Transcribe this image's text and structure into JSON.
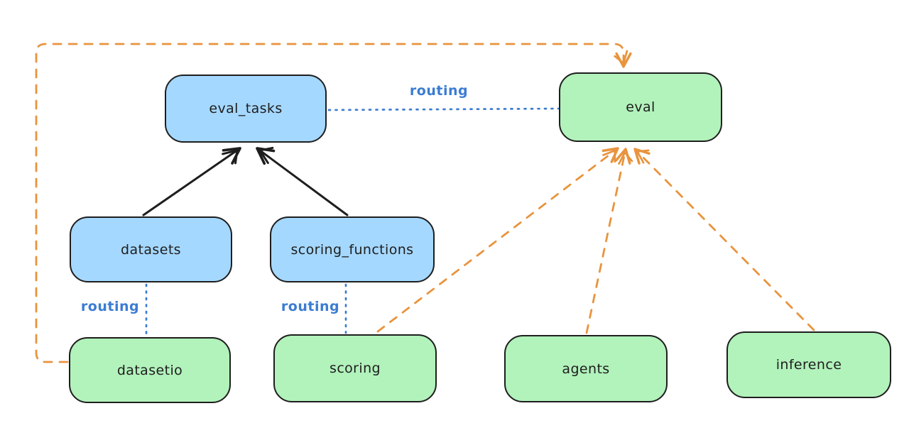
{
  "diagram": {
    "colors": {
      "background": "#ffffff",
      "node_blue_fill": "#a5d8ff",
      "node_green_fill": "#b2f2bb",
      "node_stroke": "#1e1e1e",
      "routing_blue": "#3b7cd3",
      "edge_orange": "#e8943e",
      "edge_black": "#1e1e1e"
    },
    "nodes": [
      {
        "id": "eval_tasks",
        "label": "eval_tasks",
        "fill": "blue"
      },
      {
        "id": "eval",
        "label": "eval",
        "fill": "green"
      },
      {
        "id": "datasets",
        "label": "datasets",
        "fill": "blue"
      },
      {
        "id": "scoring_functions",
        "label": "scoring_functions",
        "fill": "blue"
      },
      {
        "id": "datasetio",
        "label": "datasetio",
        "fill": "green"
      },
      {
        "id": "scoring",
        "label": "scoring",
        "fill": "green"
      },
      {
        "id": "agents",
        "label": "agents",
        "fill": "green"
      },
      {
        "id": "inference",
        "label": "inference",
        "fill": "green"
      }
    ],
    "edges": [
      {
        "from": "datasets",
        "to": "eval_tasks",
        "style": "solid",
        "color": "black",
        "arrow": true,
        "label": ""
      },
      {
        "from": "scoring_functions",
        "to": "eval_tasks",
        "style": "solid",
        "color": "black",
        "arrow": true,
        "label": ""
      },
      {
        "from": "eval_tasks",
        "to": "eval",
        "style": "dotted",
        "color": "blue",
        "arrow": false,
        "label": "routing"
      },
      {
        "from": "datasets",
        "to": "datasetio",
        "style": "dotted",
        "color": "blue",
        "arrow": false,
        "label": "routing"
      },
      {
        "from": "scoring_functions",
        "to": "scoring",
        "style": "dotted",
        "color": "blue",
        "arrow": false,
        "label": "routing"
      },
      {
        "from": "datasetio",
        "to": "eval",
        "style": "dashed",
        "color": "orange",
        "arrow": true,
        "label": ""
      },
      {
        "from": "scoring",
        "to": "eval",
        "style": "dashed",
        "color": "orange",
        "arrow": true,
        "label": ""
      },
      {
        "from": "agents",
        "to": "eval",
        "style": "dashed",
        "color": "orange",
        "arrow": true,
        "label": ""
      },
      {
        "from": "inference",
        "to": "eval",
        "style": "dashed",
        "color": "orange",
        "arrow": true,
        "label": ""
      }
    ]
  }
}
